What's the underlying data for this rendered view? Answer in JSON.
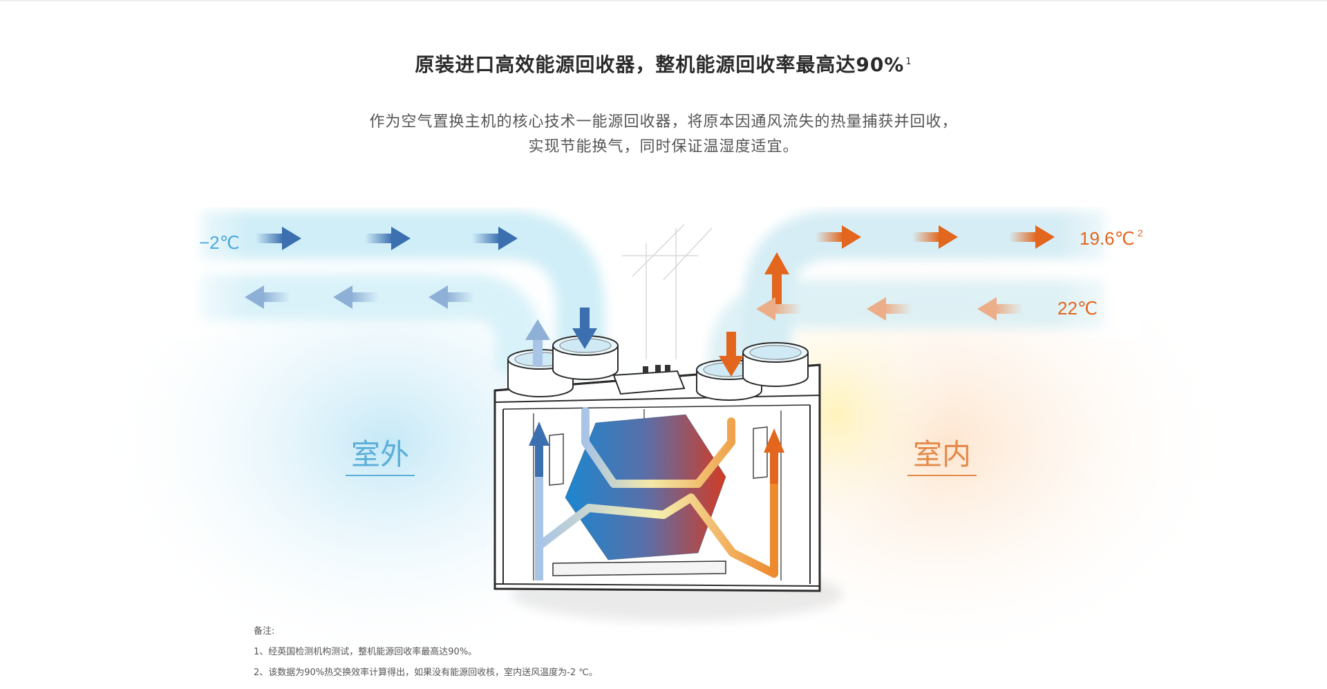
{
  "heading": {
    "title": "原装进口高效能源回收器，整机能源回收率最高达90%",
    "title_note_ref": "1"
  },
  "description": {
    "line1": "作为空气置换主机的核心技术一能源回收器，将原本因通风流失的热量捕获并回收，",
    "line2": "实现节能换气，同时保证温湿度适宜。"
  },
  "diagram": {
    "outdoor_label": "室外",
    "indoor_label": "室内",
    "outdoor_temp": "−2℃",
    "supply_temp": "19.6℃",
    "supply_temp_note_ref": "2",
    "return_temp": "22℃",
    "colors": {
      "cold": "#3b6fb0",
      "cold_light": "#8fb0d6",
      "warm": "#e2661d",
      "warm_light": "#ecae88",
      "outdoor_text": "#5aaed8",
      "indoor_text": "#e4894a"
    }
  },
  "notes": {
    "heading": "备注:",
    "items": [
      "1、经英国检测机构测试，整机能源回收率最高达90%。",
      "2、该数据为90%热交换效率计算得出，如果没有能源回收核，室内送风温度为-2 ℃。"
    ]
  }
}
